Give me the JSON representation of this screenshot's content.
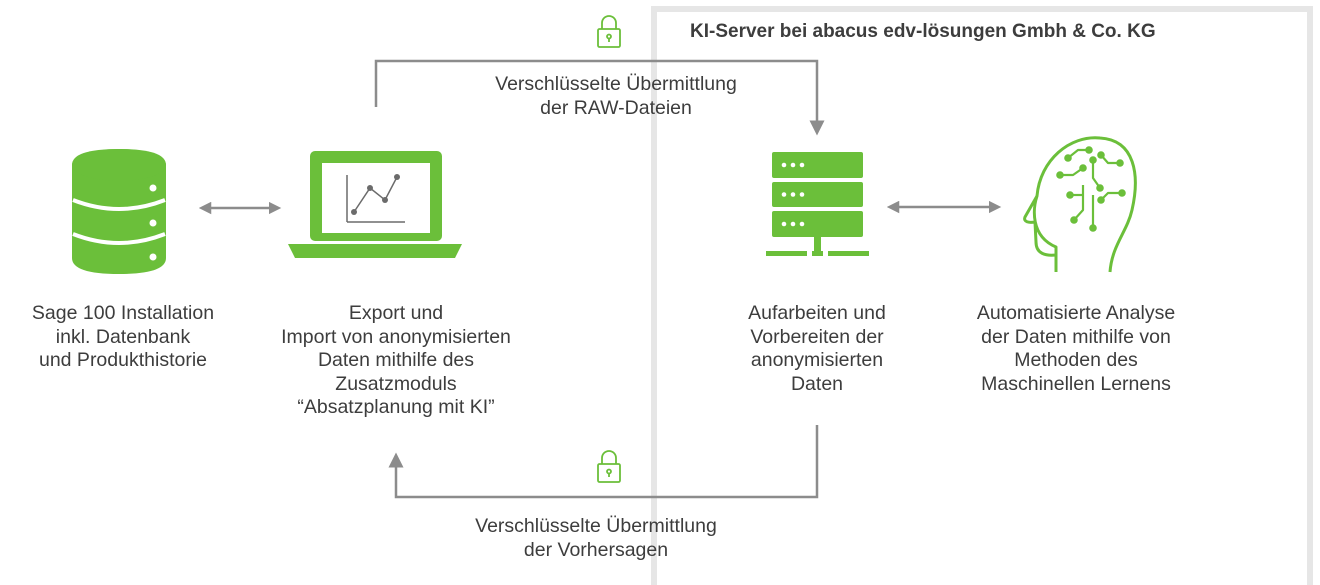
{
  "colors": {
    "accent": "#6bbf3a",
    "arrow": "#8c8c8c",
    "panel_border": "#e6e6e6",
    "text": "#3d3d3d"
  },
  "server_panel": {
    "title": "KI-Server bei abacus edv-lösungen Gmbh & Co. KG"
  },
  "flows": {
    "top": {
      "line1": "Verschlüsselte Übermittlung",
      "line2": "der RAW-Dateien",
      "icon": "padlock-icon"
    },
    "bottom": {
      "line1": "Verschlüsselte Übermittlung",
      "line2": "der Vorhersagen",
      "icon": "padlock-icon"
    }
  },
  "nodes": {
    "database": {
      "icon": "database-icon",
      "lines": [
        "Sage 100 Installation",
        "inkl. Datenbank",
        "und Produkthistorie"
      ]
    },
    "laptop": {
      "icon": "laptop-chart-icon",
      "lines": [
        "Export und",
        "Import von anonymisierten",
        "Daten mithilfe des",
        "Zusatzmoduls",
        "“Absatzplanung mit KI”"
      ]
    },
    "server": {
      "icon": "server-icon",
      "lines": [
        "Aufarbeiten und",
        "Vorbereiten der",
        "anonymisierten",
        "Daten"
      ]
    },
    "ai": {
      "icon": "ai-brain-head-icon",
      "lines": [
        "Automatisierte Analyse",
        "der Daten mithilfe von",
        "Methoden des",
        "Maschinellen Lernens"
      ]
    }
  }
}
